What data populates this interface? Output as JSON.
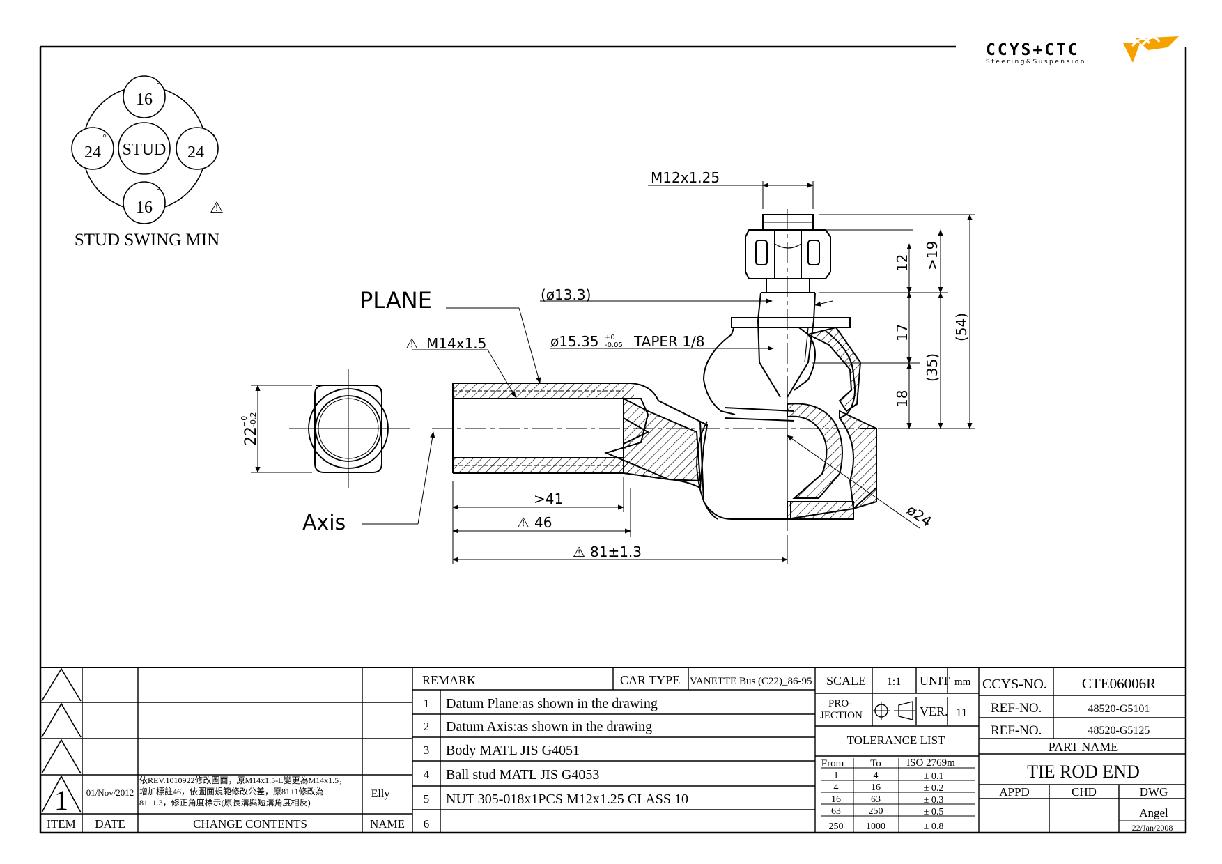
{
  "logo": {
    "brand": "CCYS+CTC",
    "tagline": "Steering&Suspension",
    "color_primary": "#777777",
    "color_accent": "#f5a100"
  },
  "stud_swing": {
    "top": "16",
    "bottom": "16",
    "left": "24",
    "right": "24",
    "center": "STUD",
    "degree": "°",
    "caption": "STUD SWING MIN",
    "warn": "⚠"
  },
  "dims": {
    "m12": "M12x1.25",
    "plane": "PLANE",
    "d133": "(ø13.3)",
    "taper_pre": "ø15.35",
    "taper_up": "+0",
    "taper_lo": "-0.05",
    "taper_post": "TAPER 1/8",
    "m14": "M14x1.5",
    "hex_main": "22",
    "hex_up": "+0",
    "hex_lo": "-0.2",
    "axis": "Axis",
    "d41": ">41",
    "d46": "46",
    "d81": "81±1.3",
    "d12": "12",
    "d19": ">19",
    "d17": "17",
    "d18": "18",
    "d35": "(35)",
    "d54": "(54)",
    "phi24": "ø24",
    "warn": "⚠"
  },
  "revision": {
    "rows": [
      {
        "mark": "",
        "date": "",
        "content": "",
        "name": ""
      },
      {
        "mark": "",
        "date": "",
        "content": "",
        "name": ""
      },
      {
        "mark": "",
        "date": "",
        "content": "",
        "name": ""
      },
      {
        "mark": "1",
        "date": "01/Nov/2012",
        "content_l1": "依REV.1010922修改圖面，原M14x1.5-L變更為M14x1.5，",
        "content_l2": "增加標註46，依圖面規範修改公差，原81±1修改為",
        "content_l3": "81±1.3，修正角度標示(原長溝與短溝角度相反)",
        "name": "Elly"
      }
    ],
    "headers": {
      "item": "ITEM",
      "date": "DATE",
      "content": "CHANGE CONTENTS",
      "name": "NAME"
    }
  },
  "remark": {
    "label": "REMARK",
    "car_type_label": "CAR TYPE",
    "car_type": "VANETTE Bus (C22)_86-95",
    "items": [
      {
        "no": "1",
        "text": "Datum Plane:as shown in the drawing"
      },
      {
        "no": "2",
        "text": "Datum Axis:as shown in the drawing"
      },
      {
        "no": "3",
        "text": "Body MATL JIS G4051"
      },
      {
        "no": "4",
        "text": "Ball stud MATL JIS G4053"
      },
      {
        "no": "5",
        "text": "NUT 305-018x1PCS M12x1.25 CLASS 10"
      },
      {
        "no": "6",
        "text": ""
      }
    ]
  },
  "spec": {
    "scale_label": "SCALE",
    "scale": "1:1",
    "unit_label": "UNIT",
    "unit": "mm",
    "projection_l1": "PRO-",
    "projection_l2": "JECTION",
    "ver_label": "VER.",
    "ver": "11",
    "tolerance_title": "TOLERANCE LIST",
    "tol_head": {
      "from": "From",
      "to": "To",
      "iso": "ISO 2769m"
    },
    "tolerance": [
      {
        "from": "1",
        "to": "4",
        "tol": "± 0.1"
      },
      {
        "from": "4",
        "to": "16",
        "tol": "± 0.2"
      },
      {
        "from": "16",
        "to": "63",
        "tol": "± 0.3"
      },
      {
        "from": "63",
        "to": "250",
        "tol": "± 0.5"
      },
      {
        "from": "250",
        "to": "1000",
        "tol": "± 0.8"
      }
    ]
  },
  "title_block": {
    "ccys_label": "CCYS-NO.",
    "ccys_no": "CTE06006R",
    "ref1_label": "REF-NO.",
    "ref1": "48520-G5101",
    "ref2_label": "REF-NO.",
    "ref2": "48520-G5125",
    "part_name_label": "PART NAME",
    "part_name": "TIE ROD END",
    "appd": "APPD",
    "chd": "CHD",
    "dwg": "DWG",
    "drawer": "Angel",
    "drawn_date": "22/Jan/2008"
  }
}
